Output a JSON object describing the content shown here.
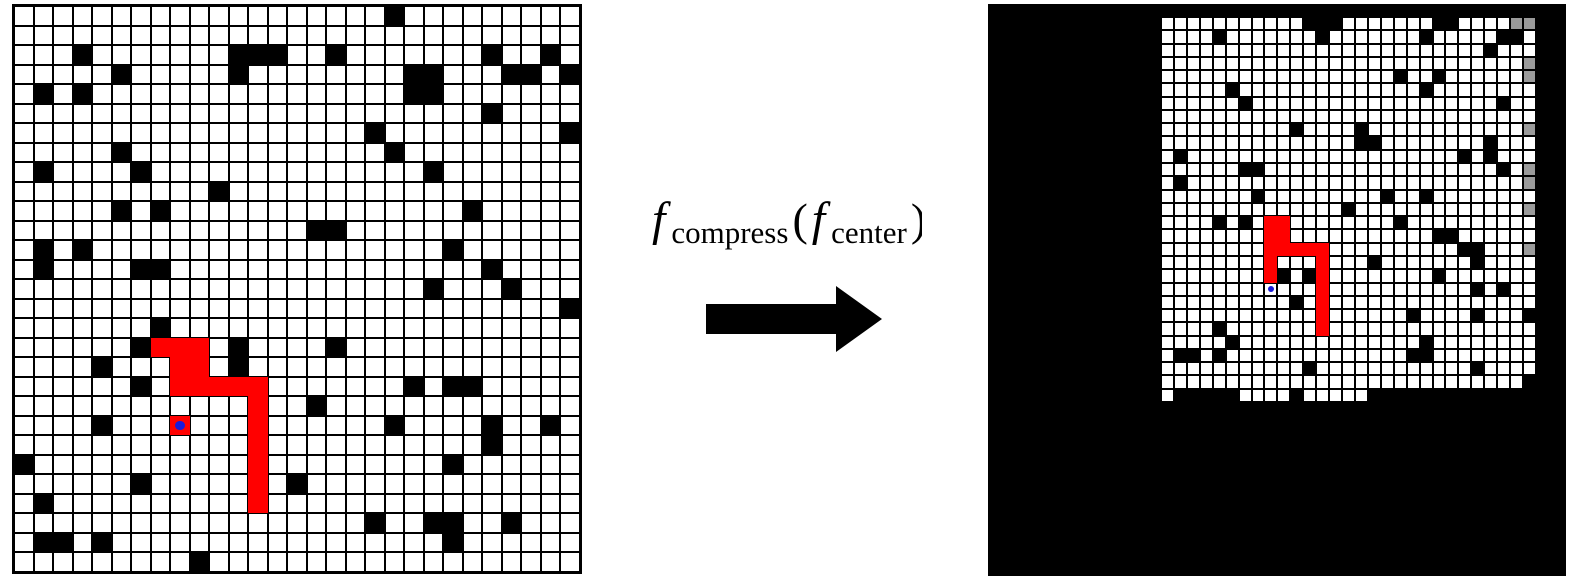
{
  "left_grid": {
    "rows": 29,
    "cols": 29,
    "cell_colors": {
      "free": "#ffffff",
      "obstacle": "#000000",
      "path": "#ff0000",
      "agent": "#1a1ad8",
      "border": "#000000"
    },
    "obstacles": [
      [
        0,
        19
      ],
      [
        2,
        3
      ],
      [
        2,
        11
      ],
      [
        2,
        12
      ],
      [
        2,
        13
      ],
      [
        2,
        16
      ],
      [
        2,
        24
      ],
      [
        2,
        27
      ],
      [
        3,
        5
      ],
      [
        3,
        11
      ],
      [
        3,
        20
      ],
      [
        3,
        21
      ],
      [
        3,
        25
      ],
      [
        3,
        26
      ],
      [
        3,
        28
      ],
      [
        4,
        1
      ],
      [
        4,
        3
      ],
      [
        4,
        20
      ],
      [
        4,
        21
      ],
      [
        5,
        24
      ],
      [
        6,
        18
      ],
      [
        6,
        28
      ],
      [
        7,
        5
      ],
      [
        7,
        19
      ],
      [
        8,
        1
      ],
      [
        8,
        6
      ],
      [
        8,
        21
      ],
      [
        9,
        10
      ],
      [
        10,
        5
      ],
      [
        10,
        7
      ],
      [
        10,
        23
      ],
      [
        11,
        15
      ],
      [
        11,
        16
      ],
      [
        12,
        1
      ],
      [
        12,
        3
      ],
      [
        12,
        22
      ],
      [
        13,
        1
      ],
      [
        13,
        6
      ],
      [
        13,
        7
      ],
      [
        13,
        24
      ],
      [
        14,
        21
      ],
      [
        14,
        25
      ],
      [
        15,
        28
      ],
      [
        16,
        7
      ],
      [
        17,
        6
      ],
      [
        17,
        11
      ],
      [
        17,
        16
      ],
      [
        18,
        4
      ],
      [
        18,
        11
      ],
      [
        19,
        6
      ],
      [
        19,
        20
      ],
      [
        19,
        22
      ],
      [
        19,
        23
      ],
      [
        20,
        15
      ],
      [
        21,
        4
      ],
      [
        21,
        19
      ],
      [
        21,
        24
      ],
      [
        21,
        27
      ],
      [
        22,
        24
      ],
      [
        23,
        0
      ],
      [
        23,
        22
      ],
      [
        24,
        6
      ],
      [
        24,
        14
      ],
      [
        25,
        1
      ],
      [
        26,
        18
      ],
      [
        26,
        21
      ],
      [
        26,
        22
      ],
      [
        26,
        25
      ],
      [
        27,
        1
      ],
      [
        27,
        2
      ],
      [
        27,
        4
      ],
      [
        27,
        22
      ],
      [
        28,
        9
      ]
    ],
    "path_cells": [
      [
        17,
        7
      ],
      [
        17,
        8
      ],
      [
        17,
        9
      ],
      [
        18,
        8
      ],
      [
        18,
        9
      ],
      [
        19,
        8
      ],
      [
        19,
        9
      ],
      [
        19,
        10
      ],
      [
        19,
        11
      ],
      [
        19,
        12
      ],
      [
        20,
        12
      ],
      [
        21,
        8
      ],
      [
        21,
        12
      ],
      [
        22,
        12
      ],
      [
        23,
        12
      ],
      [
        24,
        12
      ],
      [
        25,
        12
      ]
    ],
    "agent": [
      21,
      8
    ]
  },
  "right_grid": {
    "rows": 29,
    "cols": 29,
    "cell_colors": {
      "free": "#ffffff",
      "obstacle": "#000000",
      "path": "#ff0000",
      "agent": "#1a1ad8",
      "edge": "#9a9a9a",
      "background": "#000000"
    },
    "obstacles": [
      [
        0,
        11
      ],
      [
        0,
        12
      ],
      [
        0,
        13
      ],
      [
        0,
        21
      ],
      [
        0,
        22
      ],
      [
        0,
        28
      ],
      [
        1,
        4
      ],
      [
        1,
        12
      ],
      [
        1,
        20
      ],
      [
        1,
        26
      ],
      [
        1,
        27
      ],
      [
        2,
        25
      ],
      [
        4,
        18
      ],
      [
        4,
        21
      ],
      [
        5,
        5
      ],
      [
        5,
        20
      ],
      [
        6,
        6
      ],
      [
        6,
        26
      ],
      [
        8,
        10
      ],
      [
        8,
        15
      ],
      [
        9,
        15
      ],
      [
        9,
        16
      ],
      [
        9,
        25
      ],
      [
        10,
        1
      ],
      [
        10,
        23
      ],
      [
        10,
        25
      ],
      [
        11,
        6
      ],
      [
        11,
        7
      ],
      [
        11,
        26
      ],
      [
        12,
        1
      ],
      [
        13,
        7
      ],
      [
        13,
        17
      ],
      [
        13,
        20
      ],
      [
        14,
        14
      ],
      [
        14,
        28
      ],
      [
        15,
        4
      ],
      [
        15,
        6
      ],
      [
        15,
        18
      ],
      [
        16,
        21
      ],
      [
        16,
        22
      ],
      [
        17,
        23
      ],
      [
        17,
        24
      ],
      [
        18,
        12
      ],
      [
        18,
        16
      ],
      [
        18,
        24
      ],
      [
        19,
        9
      ],
      [
        19,
        11
      ],
      [
        19,
        21
      ],
      [
        20,
        24
      ],
      [
        20,
        26
      ],
      [
        21,
        10
      ],
      [
        22,
        19
      ],
      [
        22,
        24
      ],
      [
        22,
        28
      ],
      [
        23,
        4
      ],
      [
        24,
        5
      ],
      [
        24,
        20
      ],
      [
        25,
        1
      ],
      [
        25,
        2
      ],
      [
        25,
        4
      ],
      [
        25,
        19
      ],
      [
        25,
        20
      ],
      [
        26,
        11
      ],
      [
        26,
        24
      ],
      [
        27,
        28
      ],
      [
        28,
        1
      ],
      [
        28,
        2
      ],
      [
        28,
        3
      ],
      [
        28,
        4
      ],
      [
        28,
        5
      ],
      [
        28,
        10
      ],
      [
        28,
        16
      ],
      [
        28,
        17
      ],
      [
        28,
        18
      ],
      [
        28,
        19
      ],
      [
        28,
        20
      ],
      [
        28,
        21
      ],
      [
        28,
        22
      ],
      [
        28,
        23
      ],
      [
        28,
        24
      ],
      [
        28,
        25
      ],
      [
        28,
        26
      ],
      [
        28,
        27
      ],
      [
        28,
        28
      ]
    ],
    "edge_cells": [
      [
        0,
        27
      ],
      [
        0,
        28
      ],
      [
        3,
        28
      ],
      [
        4,
        28
      ],
      [
        8,
        28
      ],
      [
        11,
        28
      ],
      [
        12,
        28
      ],
      [
        14,
        28
      ],
      [
        17,
        28
      ]
    ],
    "path_cells": [
      [
        15,
        8
      ],
      [
        15,
        9
      ],
      [
        16,
        8
      ],
      [
        16,
        9
      ],
      [
        17,
        8
      ],
      [
        17,
        9
      ],
      [
        17,
        10
      ],
      [
        17,
        11
      ],
      [
        17,
        12
      ],
      [
        18,
        8
      ],
      [
        18,
        12
      ],
      [
        19,
        8
      ],
      [
        19,
        12
      ],
      [
        20,
        12
      ],
      [
        21,
        12
      ],
      [
        22,
        12
      ],
      [
        23,
        12
      ]
    ],
    "agent": [
      20,
      8
    ]
  },
  "label": {
    "func_letter": "f",
    "outer_subscript": "compress",
    "open_paren": "(",
    "inner_letter": "f",
    "inner_subscript": "center",
    "close_paren": ")"
  },
  "arrow": {
    "icon": "right-arrow-icon",
    "color": "#000000"
  }
}
